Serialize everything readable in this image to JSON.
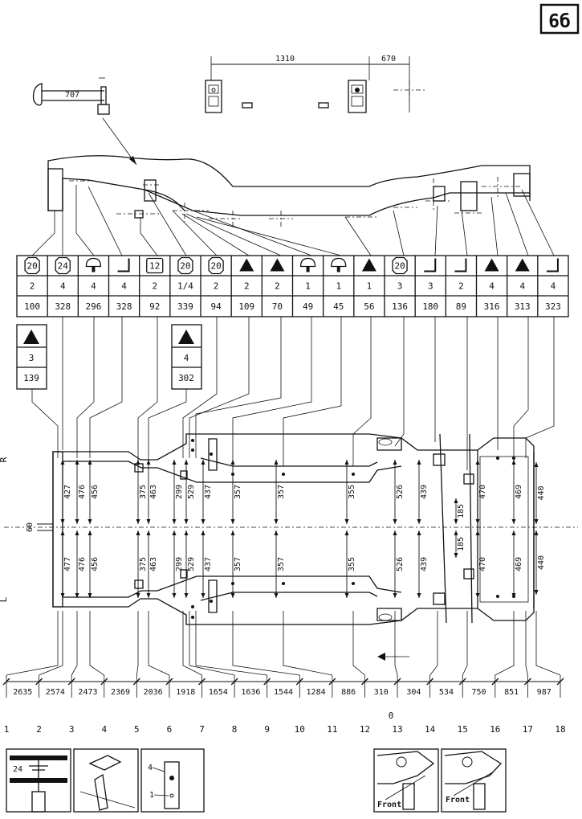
{
  "sheet": {
    "number": "6б"
  },
  "top_detail": {
    "bracket_length": "707"
  },
  "top_dims": {
    "span": "1310",
    "offset": "670"
  },
  "side_labels": {
    "right": "R",
    "left": "L",
    "center_offset": "60"
  },
  "table": {
    "columns": [
      {
        "symbol": "circle-20",
        "qty": "2",
        "ref": "100"
      },
      {
        "symbol": "circle-24",
        "qty": "4",
        "ref": "328"
      },
      {
        "symbol": "pad",
        "qty": "4",
        "ref": "296"
      },
      {
        "symbol": "angle",
        "qty": "4",
        "ref": "328"
      },
      {
        "symbol": "square-12",
        "qty": "2",
        "ref": "92"
      },
      {
        "symbol": "circle-20",
        "qty": "1/4",
        "ref": "339"
      },
      {
        "symbol": "circle-20",
        "qty": "2",
        "ref": "94"
      },
      {
        "symbol": "triangle",
        "qty": "2",
        "ref": "109"
      },
      {
        "symbol": "triangle",
        "qty": "2",
        "ref": "70"
      },
      {
        "symbol": "pad",
        "qty": "1",
        "ref": "49"
      },
      {
        "symbol": "pad",
        "qty": "1",
        "ref": "45"
      },
      {
        "symbol": "triangle",
        "qty": "1",
        "ref": "56"
      },
      {
        "symbol": "circle-20",
        "qty": "3",
        "ref": "136"
      },
      {
        "symbol": "angle",
        "qty": "3",
        "ref": "180"
      },
      {
        "symbol": "angle",
        "qty": "2",
        "ref": "89"
      },
      {
        "symbol": "triangle",
        "qty": "4",
        "ref": "316"
      },
      {
        "symbol": "triangle",
        "qty": "4",
        "ref": "313"
      },
      {
        "symbol": "angle",
        "qty": "4",
        "ref": "323"
      }
    ],
    "extra_left": {
      "qty": "3",
      "ref": "139"
    },
    "extra_mid": {
      "qty": "4",
      "ref": "302"
    }
  },
  "width_labels": {
    "upper": [
      "427",
      "476",
      "456",
      "375",
      "463",
      "299",
      "529",
      "437",
      "357",
      "357",
      "355",
      "526",
      "439",
      "185",
      "470",
      "469",
      "440"
    ],
    "lower": [
      "477",
      "476",
      "456",
      "375",
      "463",
      "299",
      "529",
      "437",
      "357",
      "357",
      "355",
      "526",
      "439",
      "185",
      "470",
      "469",
      "440"
    ]
  },
  "bottom_dims": [
    "2635",
    "2574",
    "2473",
    "2369",
    "2036",
    "1918",
    "1654",
    "1636",
    "1544",
    "1284",
    "886",
    "310",
    "304",
    "534",
    "750",
    "851",
    "987"
  ],
  "zero_label": "0",
  "stations": [
    "1",
    "2",
    "3",
    "4",
    "5",
    "6",
    "7",
    "8",
    "9",
    "10",
    "11",
    "12",
    "13",
    "14",
    "15",
    "16",
    "17",
    "18"
  ],
  "insets": {
    "inset1_label": "24",
    "inset3_labels": [
      "4",
      "1"
    ],
    "front_label": "Front"
  }
}
